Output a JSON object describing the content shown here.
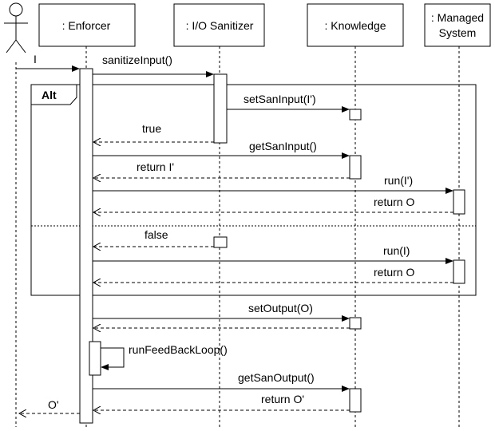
{
  "actor": {
    "label": "",
    "icon": "stick-figure-icon"
  },
  "lifelines": {
    "enforcer": ": Enforcer",
    "io_sanitizer": ": I/O Sanitizer",
    "knowledge": ": Knowledge",
    "managed_system": [
      ": Managed",
      "System"
    ]
  },
  "fragment": {
    "operator": "Alt"
  },
  "messages": {
    "input": "I",
    "sanitize_input": "sanitizeInput()",
    "set_san_input": "setSanInput(I')",
    "true_return": "true",
    "get_san_input": "getSanInput()",
    "return_i_prime": "return I'",
    "run_i_prime": "run(I')",
    "return_o_1": "return O",
    "false_return": "false",
    "run_i": "run(I)",
    "return_o_2": "return O",
    "set_output": "setOutput(O)",
    "run_feedback_loop": "runFeedBackLoop()",
    "get_san_output": "getSanOutput()",
    "return_o_prime": "return O'",
    "output": "O'"
  }
}
